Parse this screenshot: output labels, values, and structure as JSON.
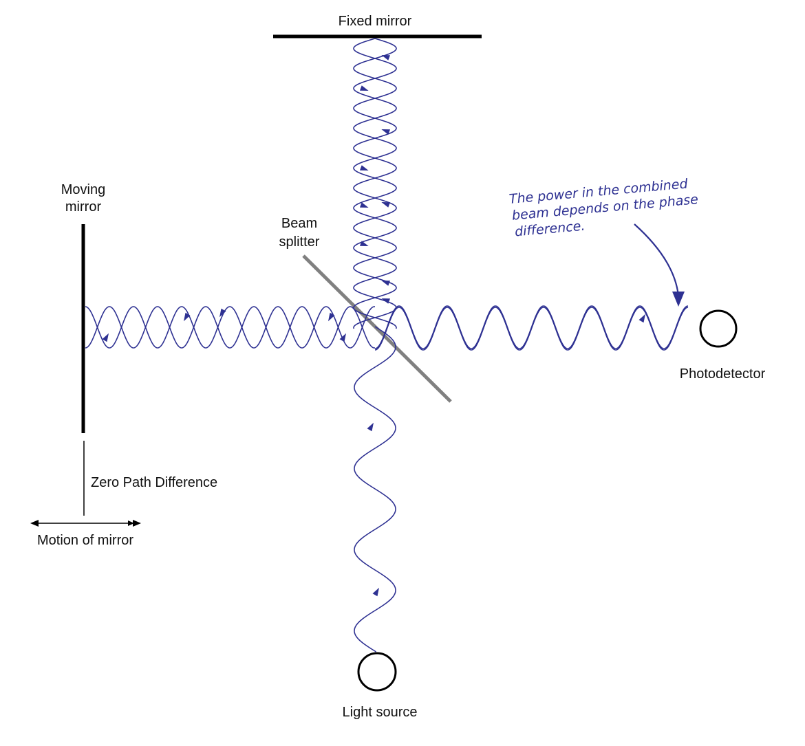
{
  "labels": {
    "fixed_mirror": "Fixed mirror",
    "moving_mirror_line1": "Moving",
    "moving_mirror_line2": "mirror",
    "beam_splitter_line1": "Beam",
    "beam_splitter_line2": "splitter",
    "photodetector": "Photodetector",
    "light_source": "Light source",
    "zero_path_difference": "Zero Path Difference",
    "motion_of_mirror": "Motion of mirror"
  },
  "annotation": {
    "line1": "The power in the combined",
    "line2": "beam depends on the phase",
    "line3": "difference."
  },
  "colors": {
    "wave": "#2e3192",
    "mirror": "#000000",
    "splitter": "#808080",
    "text": "#111111"
  }
}
